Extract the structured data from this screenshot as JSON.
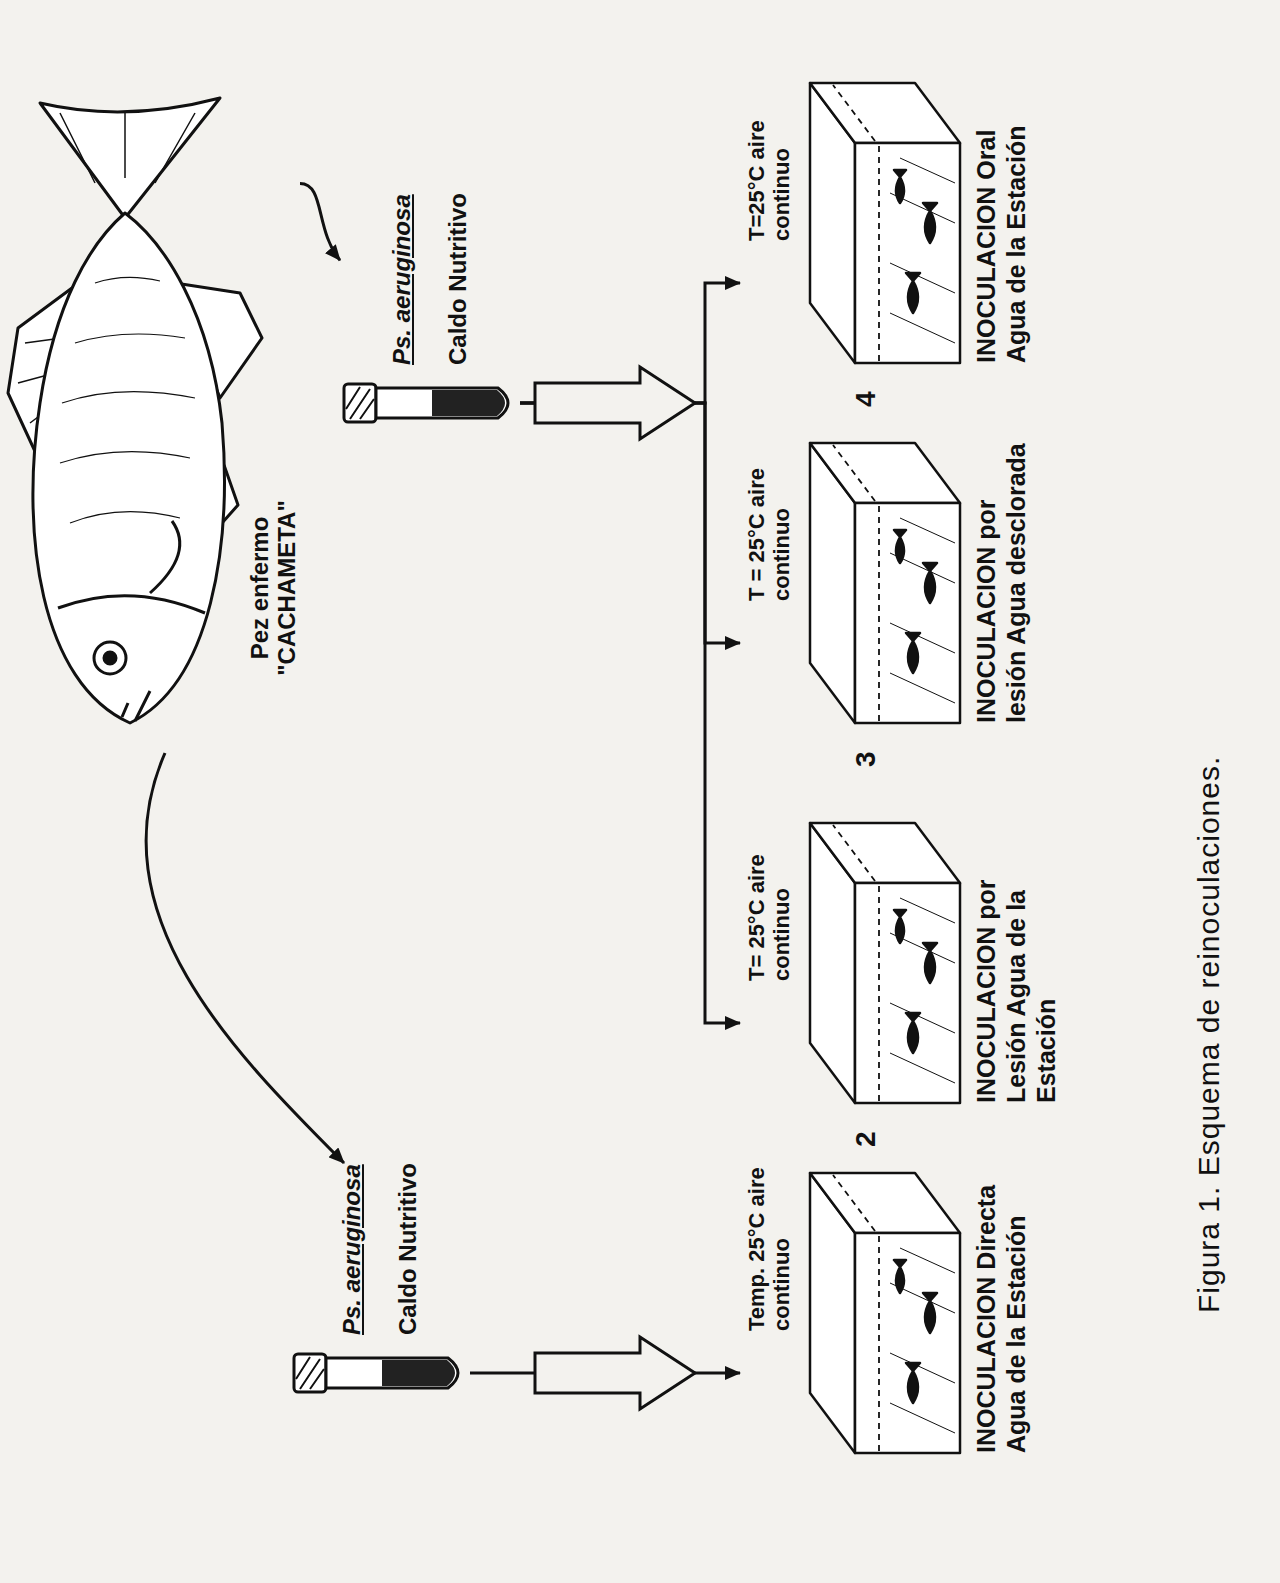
{
  "diagram": {
    "caption": "Figura 1. Esquema de reinoculaciones.",
    "nodes": [
      {
        "text": [
          "Pez enfermo \"CACHAMETA\""
        ]
      },
      {
        "text": [
          "Ps. aeruginosa",
          "Caldo Nutritivo"
        ]
      },
      {
        "text": [
          "Ps. aeruginosa",
          "Caldo Nutritivo"
        ]
      },
      {
        "text": [
          "Temp. 25°C aire continuo",
          "INOCULACION Directa Agua de la Estación"
        ]
      },
      {
        "text": [
          "T= 25°C aire continuo",
          "INOCULACION por Lesión Agua de la Estación"
        ]
      },
      {
        "text": [
          "T = 25°C aire continuo",
          "INOCULACION por lesión Agua desclorada"
        ]
      },
      {
        "text": [
          "T=25°C aire continuo",
          "INOCULACION Oral Agua de la Estación"
        ]
      }
    ],
    "edges": [
      {
        "from": 0,
        "to": 1,
        "arrow": "to"
      },
      {
        "from": 0,
        "to": 2,
        "arrow": "to"
      },
      {
        "from": 1,
        "to": 3,
        "arrow": "to"
      },
      {
        "from": 2,
        "to": 4,
        "arrow": "to"
      },
      {
        "from": 2,
        "to": 5,
        "arrow": "to"
      },
      {
        "from": 2,
        "to": 6,
        "arrow": "to"
      }
    ],
    "labels": [
      "2",
      "3",
      "4"
    ]
  }
}
